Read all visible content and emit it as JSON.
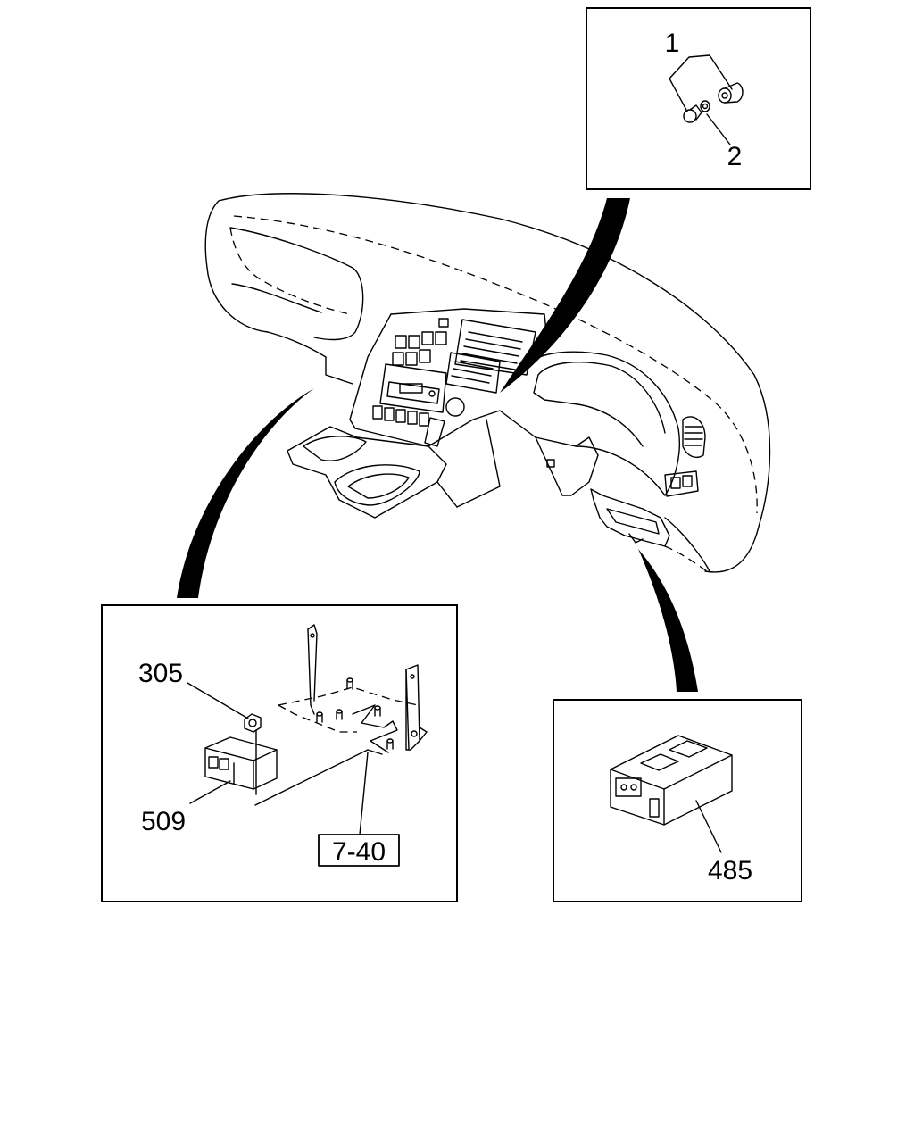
{
  "diagram": {
    "callouts": {
      "part_1": "1",
      "part_2": "2",
      "part_305": "305",
      "part_509": "509",
      "ref_7_40": "7-40",
      "part_485": "485"
    }
  }
}
